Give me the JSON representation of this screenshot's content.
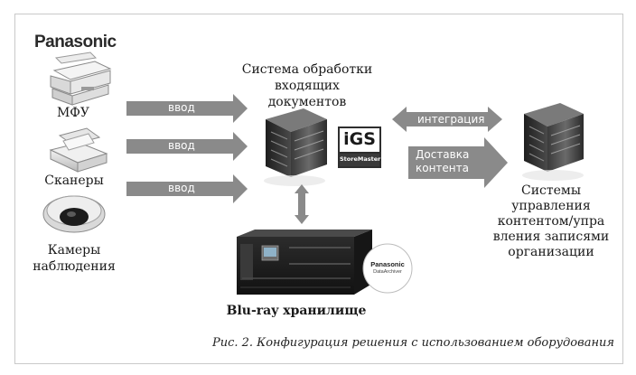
{
  "brand": "Panasonic",
  "devices": {
    "mfp": "МФУ",
    "scanners": "Сканеры",
    "cameras_line1": "Камеры",
    "cameras_line2": "наблюдения"
  },
  "arrows": {
    "input1": "ввод",
    "input2": "ввод",
    "input3": "ввод",
    "integration": "интеграция",
    "delivery_line1": "Доставка",
    "delivery_line2": "контента"
  },
  "processing": {
    "line1": "Система обработки",
    "line2": "входящих",
    "line3": "документов"
  },
  "logo_igs": {
    "main": "iGS",
    "sub": "StoreMaster"
  },
  "logo_archiver": {
    "brand": "Panasonic",
    "sub": "DataArchiver"
  },
  "storage_label": "Blu-ray хранилище",
  "ecm": {
    "line1": "Системы",
    "line2": "управления",
    "line3": "контентом/упра",
    "line4": "вления записями",
    "line5": "организации"
  },
  "caption": "Рис. 2. Конфигурация решения с использованием оборудования"
}
